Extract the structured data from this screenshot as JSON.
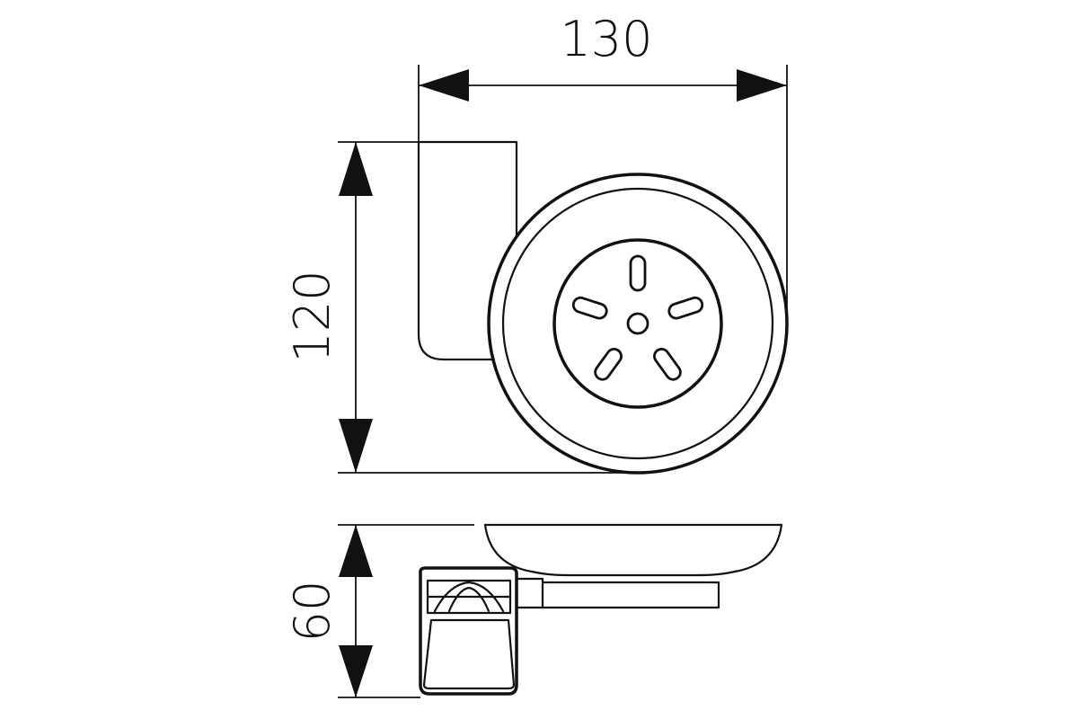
{
  "dimensions": {
    "width_label": "130",
    "height_label": "120",
    "depth_label": "60"
  },
  "style": {
    "line_color": "#111111",
    "background": "#ffffff"
  }
}
